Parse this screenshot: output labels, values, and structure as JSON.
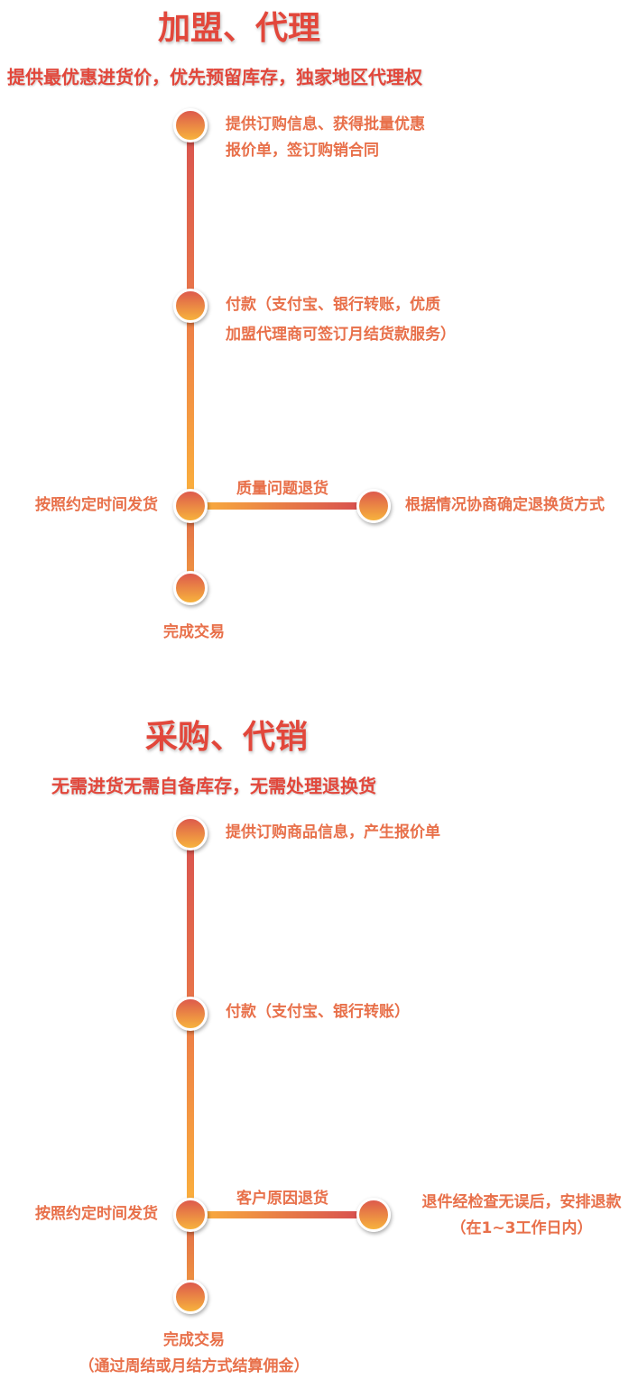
{
  "section1": {
    "title": "加盟、代理",
    "subtitle": "提供最优惠进货价，优先预留库存，独家地区代理权",
    "step1": [
      "提供订购信息、获得批量优惠",
      "报价单，签订购销合同"
    ],
    "step2": [
      "付款（支付宝、银行转账，优质",
      "加盟代理商可签订月结货款服务）"
    ],
    "step3": "按照约定时间发货",
    "branch_label": "质量问题退货",
    "branch_result": [
      "根据情况协商确定退换货方式"
    ],
    "step4": [
      "完成交易"
    ]
  },
  "section2": {
    "title": "采购、代销",
    "subtitle": "无需进货无需自备库存，无需处理退换货",
    "step1": [
      "提供订购商品信息，产生报价单"
    ],
    "step2": [
      "付款（支付宝、银行转账）"
    ],
    "step3": "按照约定时间发货",
    "branch_label": "客户原因退货",
    "branch_result": [
      "退件经检查无误后，安排退款",
      "（在1~3工作日内）"
    ],
    "step4": [
      "完成交易",
      "（通过周结或月结方式结算佣金）"
    ]
  }
}
